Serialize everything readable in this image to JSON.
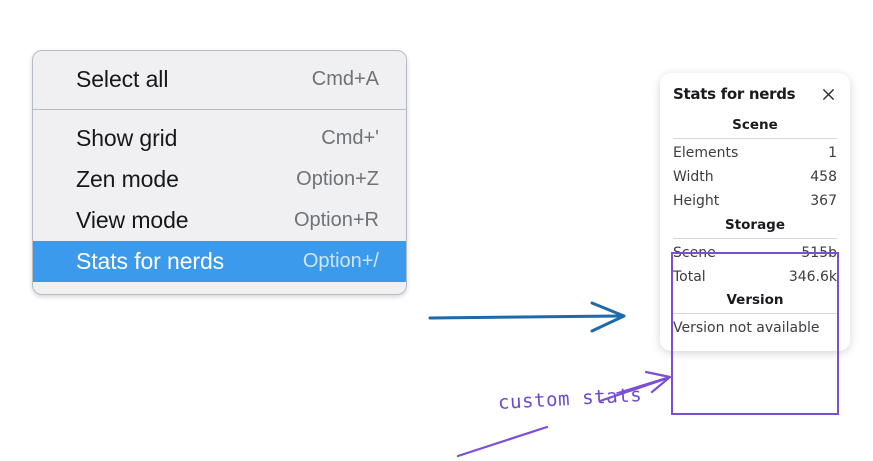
{
  "context_menu": {
    "name": "canvas-context-menu",
    "groups": [
      {
        "items": [
          {
            "label": "Select all",
            "shortcut": "Cmd+A",
            "selected": false
          }
        ]
      },
      {
        "items": [
          {
            "label": "Show grid",
            "shortcut": "Cmd+'",
            "selected": false
          },
          {
            "label": "Zen mode",
            "shortcut": "Option+Z",
            "selected": false
          },
          {
            "label": "View mode",
            "shortcut": "Option+R",
            "selected": false
          },
          {
            "label": "Stats for nerds",
            "shortcut": "Option+/",
            "selected": true
          }
        ]
      }
    ],
    "items_flat": [
      {
        "label": "Select all",
        "shortcut": "Cmd+A"
      },
      {
        "label": "Show grid",
        "shortcut": "Cmd+'"
      },
      {
        "label": "Zen mode",
        "shortcut": "Option+Z"
      },
      {
        "label": "View mode",
        "shortcut": "Option+R"
      },
      {
        "label": "Stats for nerds",
        "shortcut": "Option+/"
      }
    ],
    "selected_label": "Stats for nerds",
    "colors": {
      "background": "#f0f0f2",
      "border": "#b6bcc6",
      "selection": "#3b9aeb",
      "label": "#16181c",
      "shortcut": "#6f7277"
    }
  },
  "stats_panel": {
    "title": "Stats for nerds",
    "close_icon": "close-icon",
    "sections": [
      {
        "heading": "Scene",
        "rows": [
          {
            "key": "Elements",
            "value": "1"
          },
          {
            "key": "Width",
            "value": "458"
          },
          {
            "key": "Height",
            "value": "367"
          }
        ]
      },
      {
        "heading": "Storage",
        "rows": [
          {
            "key": "Scene",
            "value": "515b"
          },
          {
            "key": "Total",
            "value": "346.6k"
          }
        ]
      },
      {
        "heading": "Version",
        "note": "Version not available",
        "rows": []
      }
    ]
  },
  "annotations": {
    "handwritten_note": "custom stats",
    "blue_arrow_label": "menu-to-panel-arrow",
    "purple_arrow_label": "note-to-storage-arrow",
    "colors": {
      "blue_arrow": "#1f6aa8",
      "purple": "#7a4fd6",
      "handwriting": "#6d4ad0"
    }
  }
}
